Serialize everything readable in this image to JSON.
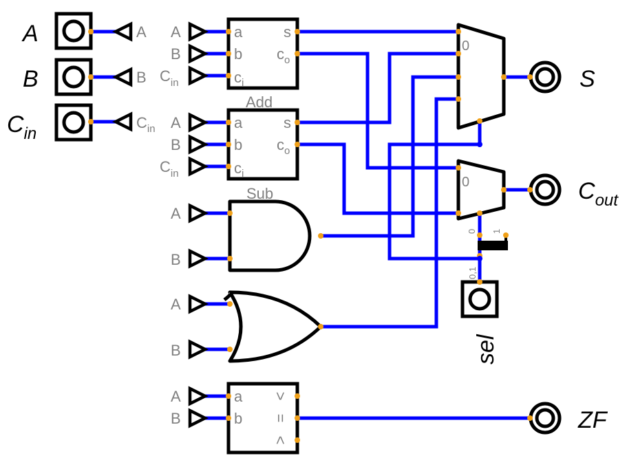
{
  "inputs": [
    {
      "label": "A",
      "sub": "",
      "tunnel": "A",
      "tunnel_sub": ""
    },
    {
      "label": "B",
      "sub": "",
      "tunnel": "B",
      "tunnel_sub": ""
    },
    {
      "label": "C",
      "sub": "in",
      "tunnel": "C",
      "tunnel_sub": "in"
    }
  ],
  "adder": {
    "name": "Add",
    "tunnels": [
      "A",
      "B",
      "C"
    ],
    "tunnel_sub_cin": "in",
    "ports_in": [
      "a",
      "b",
      "c"
    ],
    "port_sub_ci": "i",
    "port_s": "s",
    "port_co": "c",
    "port_sub_co": "o"
  },
  "subtractor": {
    "name": "Sub",
    "tunnels": [
      "A",
      "B",
      "C"
    ],
    "tunnel_sub_cin": "in",
    "ports_in": [
      "a",
      "b",
      "c"
    ],
    "port_sub_ci": "i",
    "port_s": "s",
    "port_co": "c",
    "port_sub_co": "o"
  },
  "and_gate": {
    "tunnels": [
      "A",
      "B"
    ]
  },
  "or_gate": {
    "tunnels": [
      "A",
      "B"
    ]
  },
  "comparator": {
    "tunnels": [
      "A",
      "B"
    ],
    "ports_in": [
      "a",
      "b"
    ],
    "port_gt": ">",
    "port_eq": "=",
    "port_lt": "<"
  },
  "mux_s": {
    "zero_label": "0"
  },
  "mux_cout": {
    "zero_label": "0"
  },
  "splitter": {
    "bit0": "0",
    "bit1": "1",
    "combined": "0,1"
  },
  "sel": {
    "label": "sel"
  },
  "outputs": [
    {
      "label": "S",
      "sub": ""
    },
    {
      "label": "C",
      "sub": "out"
    },
    {
      "label": "ZF",
      "sub": ""
    }
  ],
  "colors": {
    "wire": "#0000ff",
    "pin": "#f0a018",
    "label": "#808080"
  }
}
